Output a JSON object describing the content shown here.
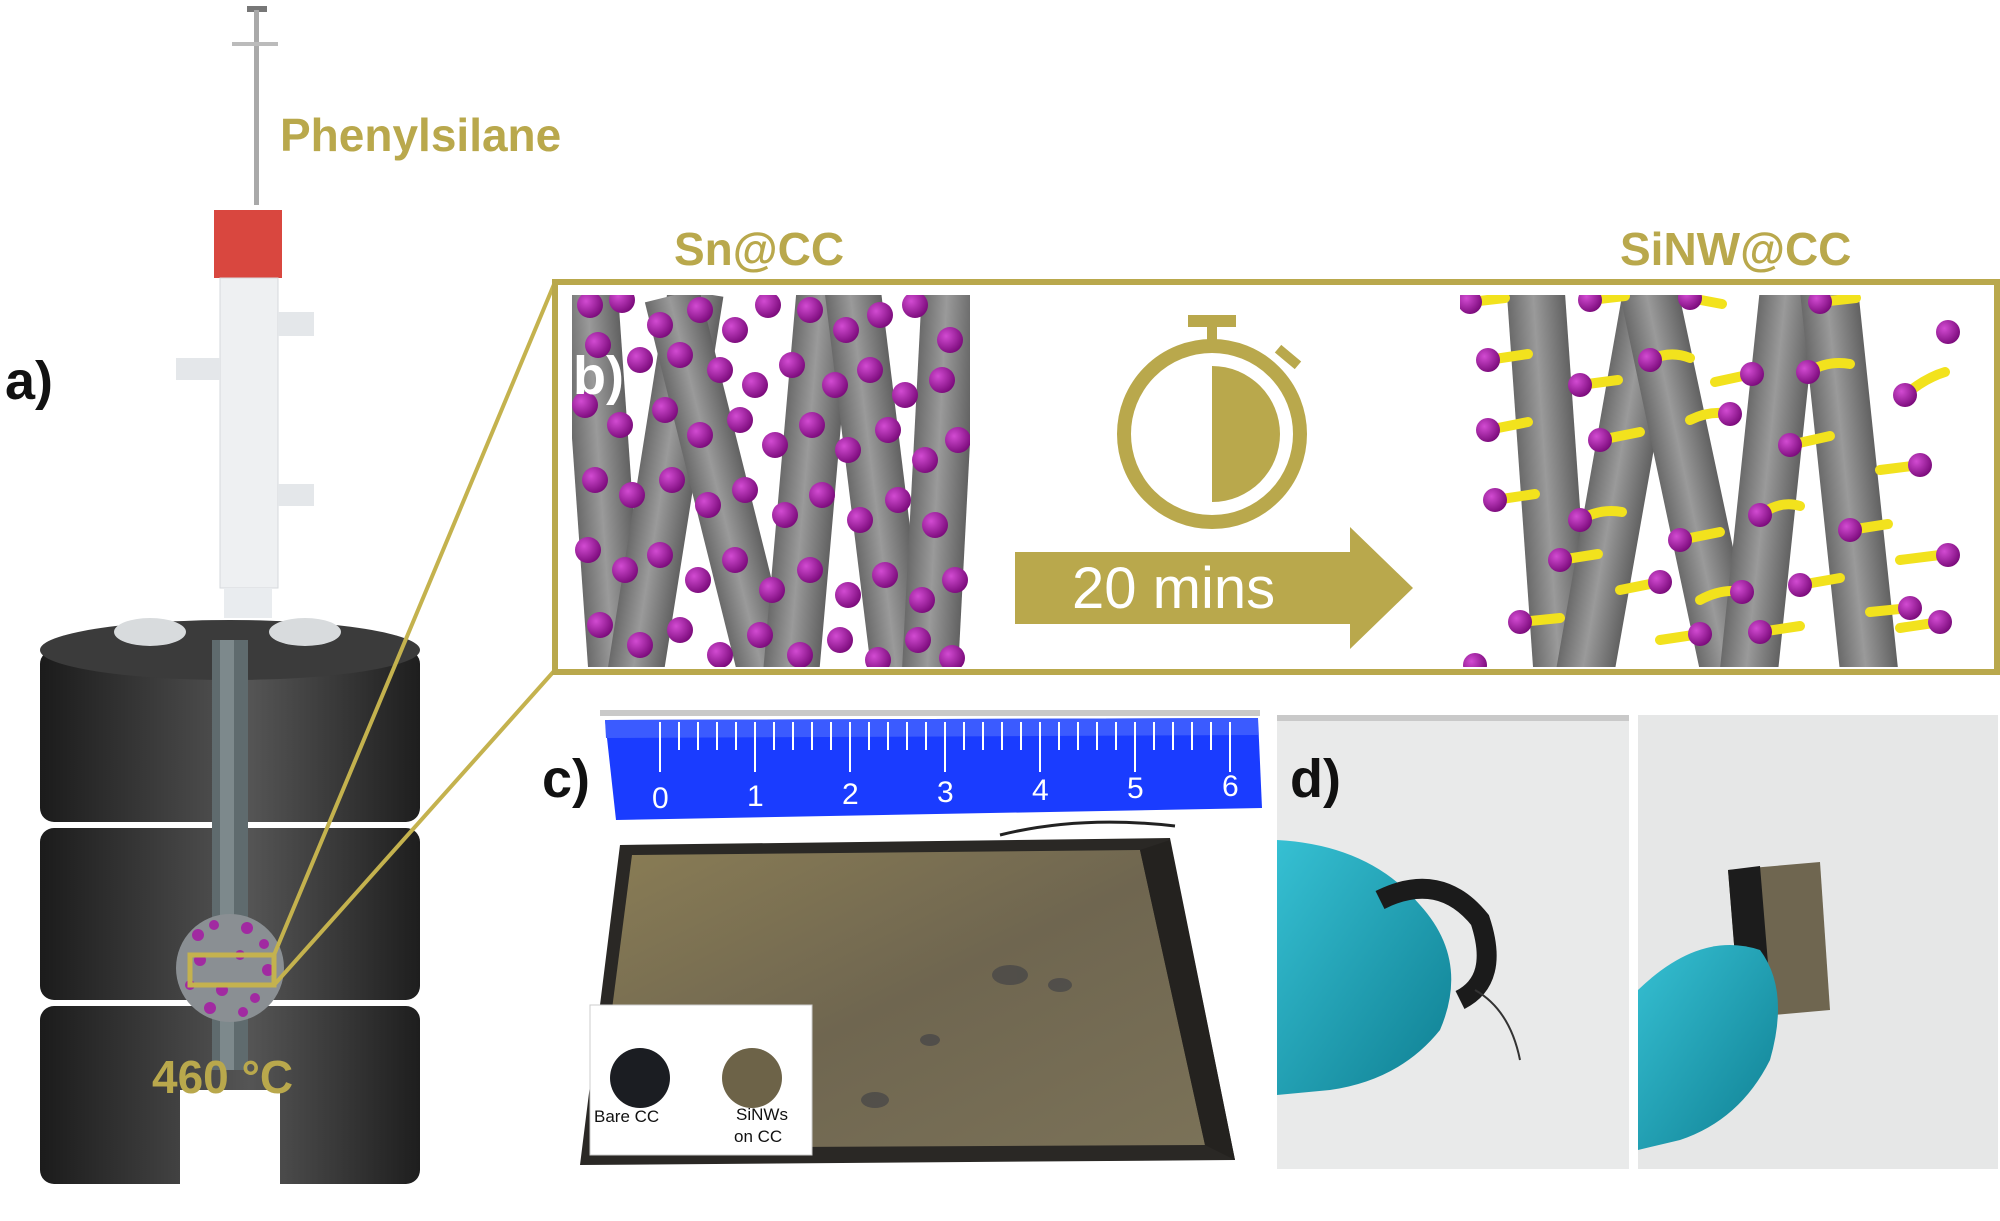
{
  "panels": {
    "a": {
      "letter": "a)",
      "reagent_label": "Phenylsilane",
      "temperature_label": "460 °C"
    },
    "b": {
      "letter": "b)",
      "before_label": "Sn@CC",
      "after_label": "SiNW@CC",
      "time_label": "20 mins"
    },
    "c": {
      "letter": "c)",
      "ruler_ticks": [
        "0",
        "1",
        "2",
        "3",
        "4",
        "5",
        "6"
      ],
      "inset_left_label": "Bare CC",
      "inset_right_label_line1": "SiNWs",
      "inset_right_label_line2": "on CC"
    },
    "d": {
      "letter": "d)"
    }
  },
  "colors": {
    "accent_gold": "#b9a84c",
    "particle_magenta": "#9b0f9b",
    "nanowire_yellow": "#f2e21d",
    "fiber_grey": "#7a7a7a",
    "furnace_dark": "#2a2a2a",
    "stopper_red": "#d9473f",
    "ruler_blue": "#1a3cff",
    "glove_teal": "#1aa3b8"
  },
  "icons": [
    "syringe-icon",
    "stopwatch-icon",
    "arrow-right-icon",
    "furnace-icon"
  ]
}
